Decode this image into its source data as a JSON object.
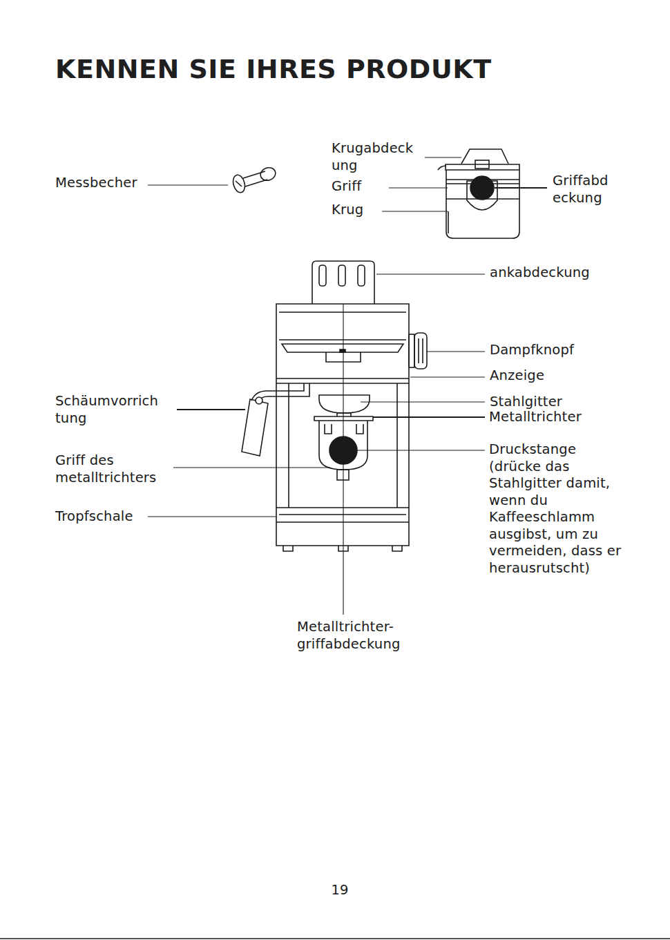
{
  "diagram": {
    "title": "KENNEN SIE IHRES PRODUKT",
    "labels": [
      "Messbecher",
      "Krugabdeck ung",
      "Griff",
      "Krug",
      "Griffabd eckung",
      "ankabdeckung",
      "Dampfknopf",
      "Anzeige",
      "Schäumvorrich tung",
      "Stahlgitter",
      "Metalltrichter",
      "Griff des metalltrichters",
      "Druckstange (drücke das Stahlgitter damit, wenn du Kaffeeschlamm ausgibst, um zu vermeiden, dass er herausrutscht)",
      "Tropfschale",
      "Metalltrichter- griffabdeckung",
      "19"
    ]
  }
}
